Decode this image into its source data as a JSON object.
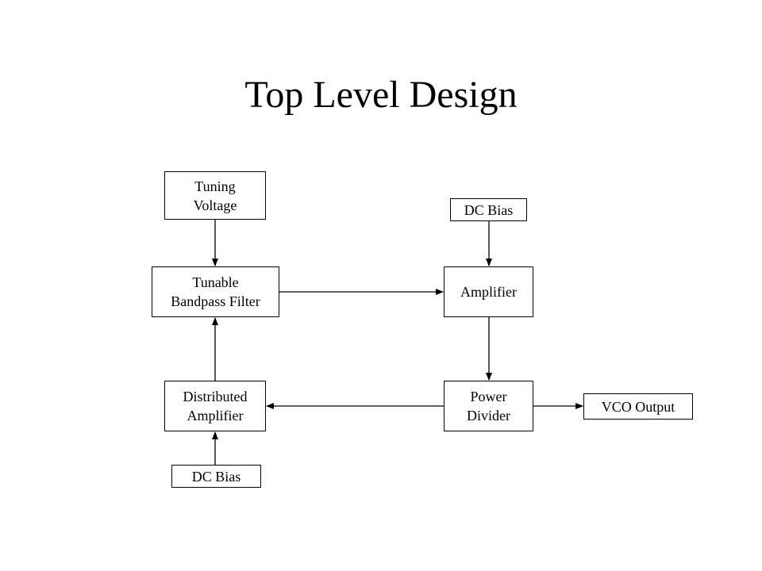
{
  "title": "Top Level Design",
  "blocks": {
    "tuning_voltage": "Tuning\nVoltage",
    "dc_bias_top": "DC Bias",
    "tunable_filter": "Tunable\nBandpass Filter",
    "amplifier": "Amplifier",
    "distributed_amplifier": "Distributed\nAmplifier",
    "power_divider": "Power\nDivider",
    "vco_output": "VCO Output",
    "dc_bias_bottom": "DC Bias"
  },
  "connections": [
    {
      "from": "tuning_voltage",
      "to": "tunable_filter"
    },
    {
      "from": "dc_bias_top",
      "to": "amplifier"
    },
    {
      "from": "tunable_filter",
      "to": "amplifier"
    },
    {
      "from": "amplifier",
      "to": "power_divider"
    },
    {
      "from": "power_divider",
      "to": "distributed_amplifier"
    },
    {
      "from": "power_divider",
      "to": "vco_output"
    },
    {
      "from": "distributed_amplifier",
      "to": "tunable_filter"
    },
    {
      "from": "dc_bias_bottom",
      "to": "distributed_amplifier"
    }
  ]
}
